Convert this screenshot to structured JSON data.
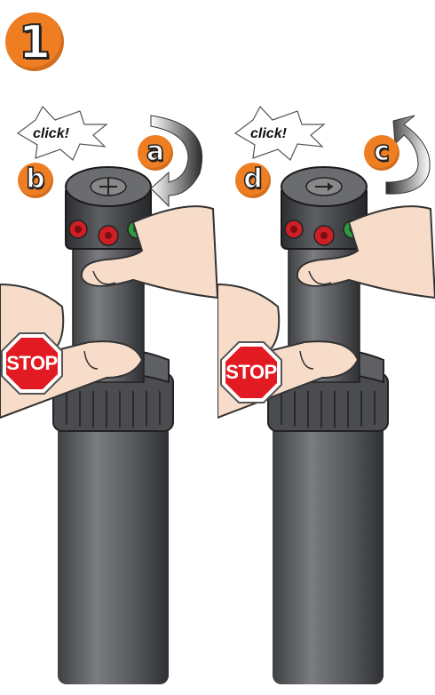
{
  "step": {
    "number": "1"
  },
  "panels": [
    {
      "click_label": "click!",
      "rotation_letter": "a",
      "stop_letter": "b",
      "stop_sign_text": "STOP"
    },
    {
      "click_label": "click!",
      "rotation_letter": "c",
      "stop_letter": "d",
      "stop_sign_text": "STOP"
    }
  ],
  "colors": {
    "accent_orange": "#ef7d22",
    "stop_red": "#e21b23",
    "body_gray": "#5b5d60",
    "skin": "#f7dcc9",
    "nozzle_red": "#cf1f26",
    "nozzle_green": "#2f9a3e"
  },
  "icons": [
    "rotation-arrow-icon",
    "click-burst-icon",
    "stop-sign-icon"
  ]
}
